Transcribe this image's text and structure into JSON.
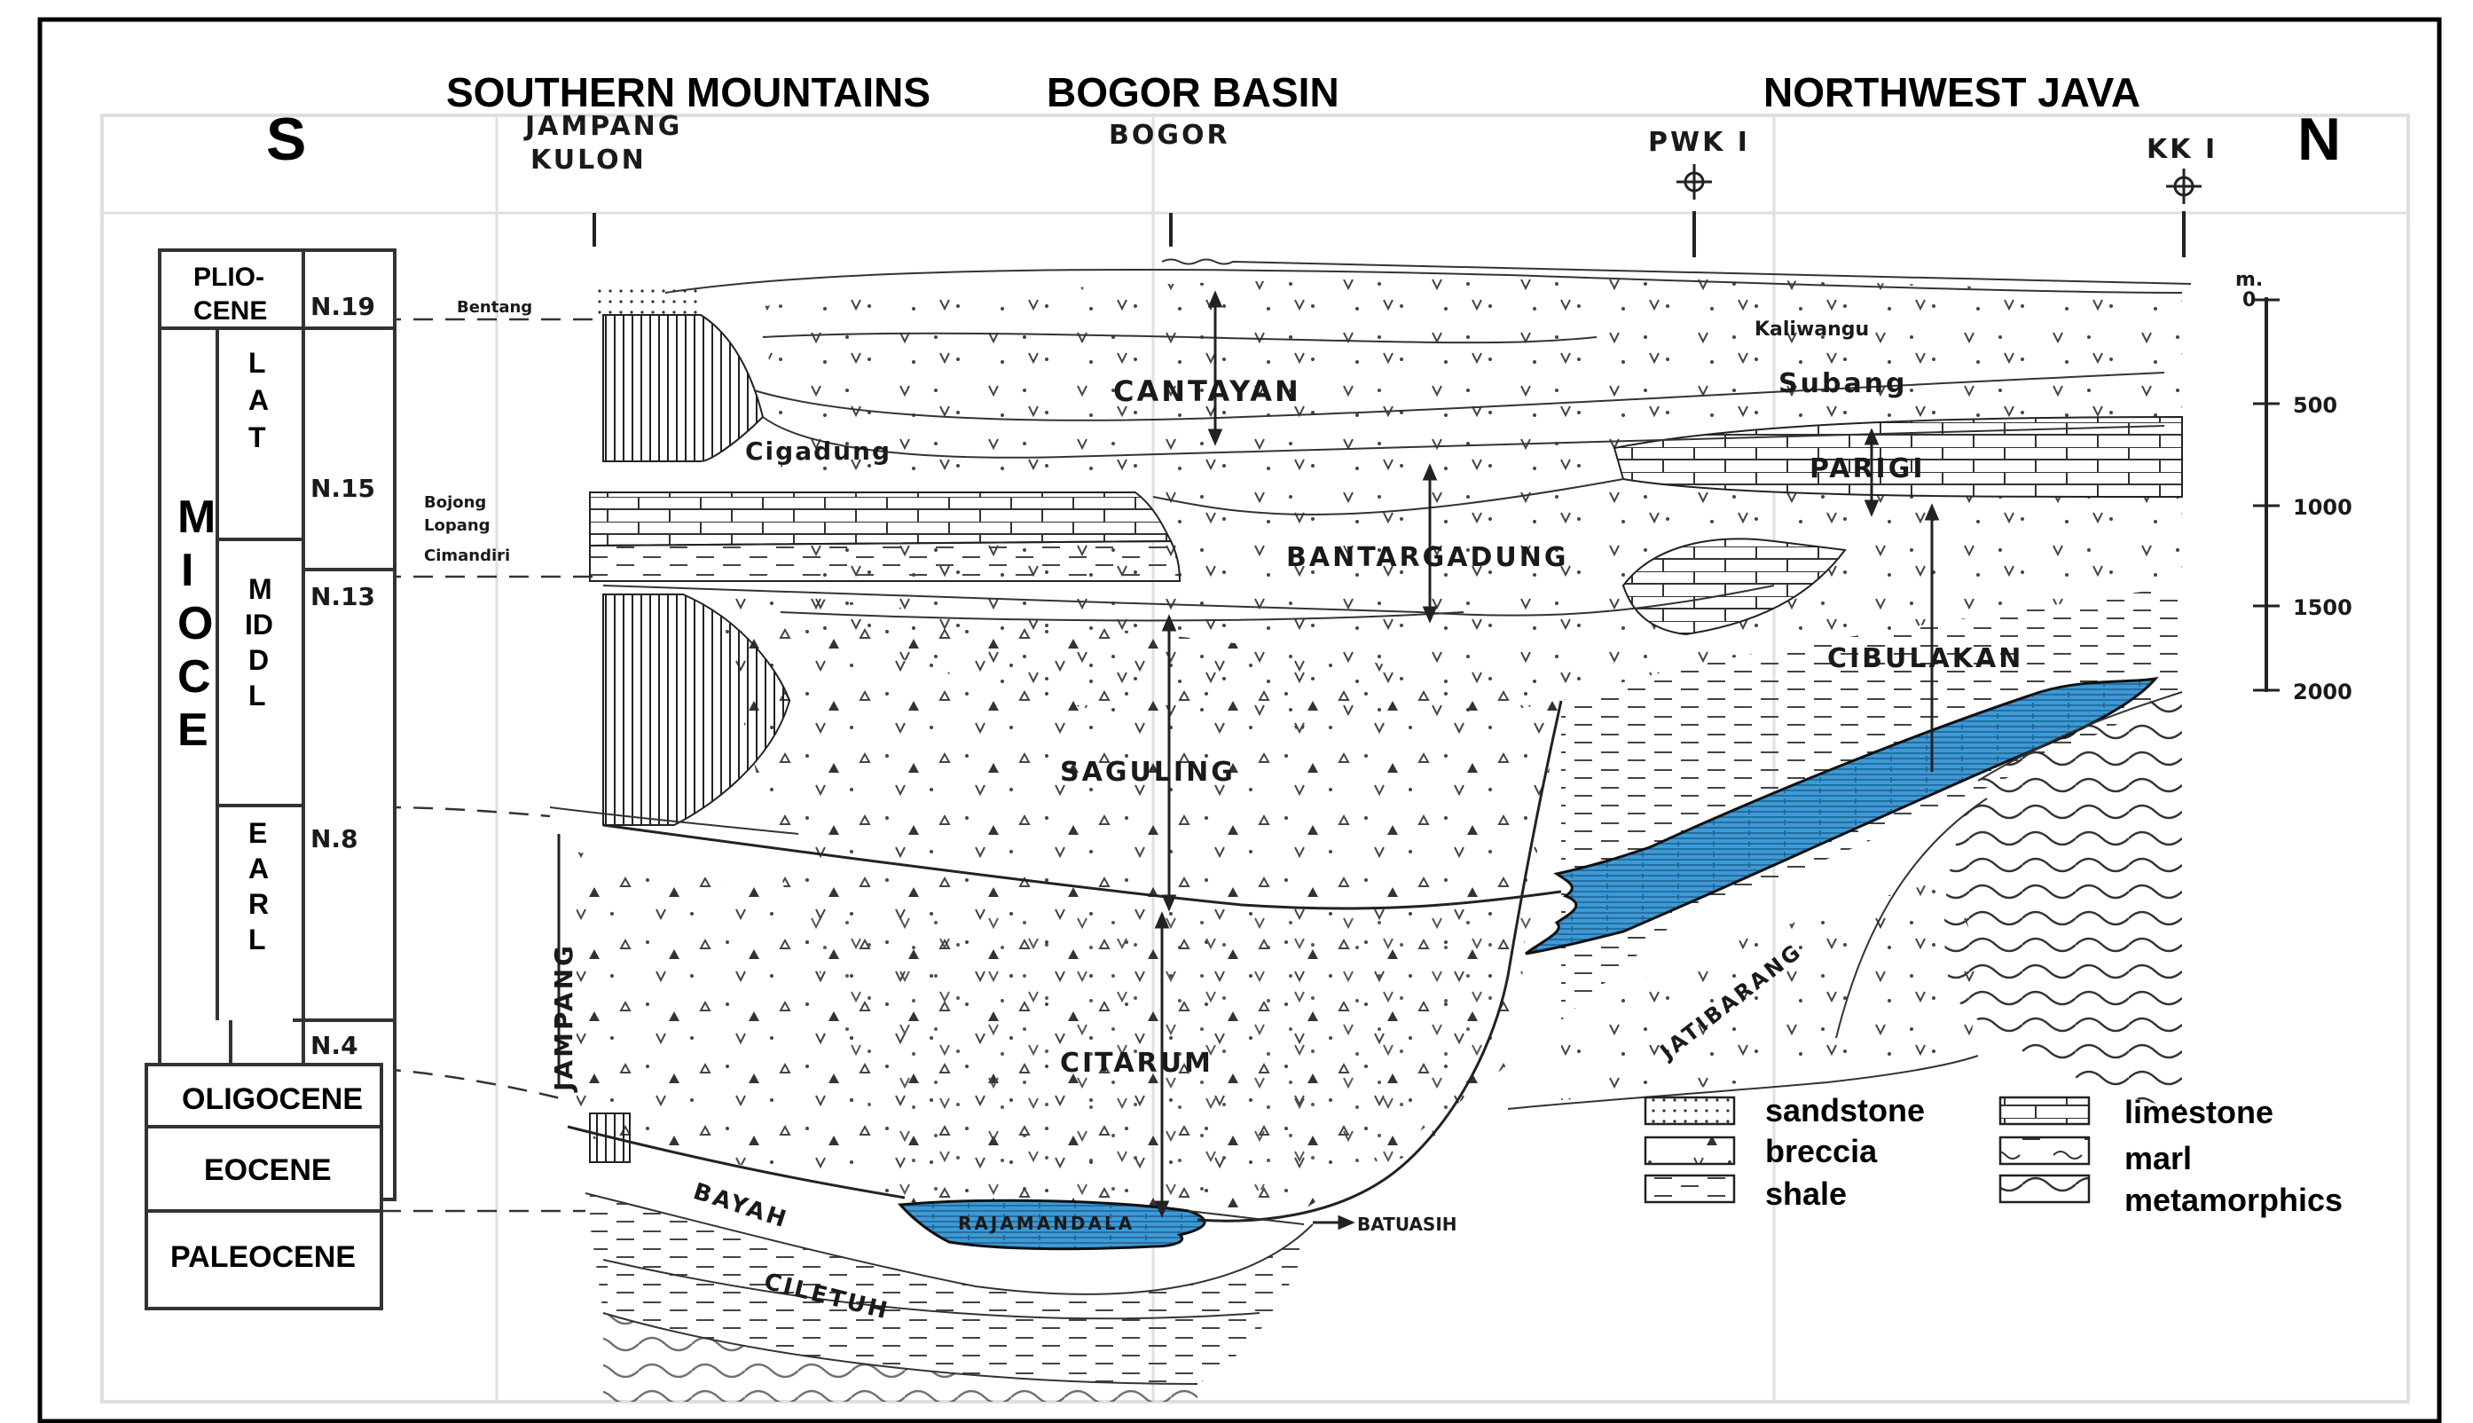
{
  "direction": {
    "south": "S",
    "north": "N"
  },
  "headers": {
    "southern_mountains": "SOUTHERN MOUNTAINS",
    "bogor_basin": "BOGOR BASIN",
    "northwest_java": "NORTHWEST JAVA"
  },
  "locations": {
    "jampang_kulon_1": "JAMPANG",
    "jampang_kulon_2": "KULON",
    "bogor": "BOGOR",
    "pwk1": "PWK I",
    "kk1": "KK I"
  },
  "time_column": {
    "pliocene_1": "PLIO-",
    "pliocene_2": "CENE",
    "miocene_letters": [
      "M",
      "I",
      "O",
      "C",
      "E"
    ],
    "late_letters": [
      "L",
      "A",
      "T"
    ],
    "middle_letters": [
      "M",
      "ID",
      "D",
      "L"
    ],
    "early_letters": [
      "E",
      "A",
      "R",
      "L"
    ],
    "oligocene": "OLIGOCENE",
    "eocene": "EOCENE",
    "paleocene": "PALEOCENE",
    "zones": [
      "N.19",
      "N.15",
      "N.13",
      "N.8",
      "N.4"
    ]
  },
  "depth_scale": {
    "unit": "m.",
    "ticks": [
      "0",
      "500",
      "1000",
      "1500",
      "2000"
    ]
  },
  "formations": {
    "bentang": "Bentang",
    "kaliwangu": "Kaliwangu",
    "subang": "Subang",
    "cantayan": "CANTAYAN",
    "cigadung": "Cigadung",
    "parigi": "PARIGI",
    "bojonglopang_1": "Bojong",
    "bojonglopang_2": "Lopang",
    "cimandiri": "Cimandiri",
    "bantargadung": "BANTARGADUNG",
    "cibulakan": "CIBULAKAN",
    "saguling": "SAGULING",
    "citarum": "CITARUM",
    "jampang": "JAMPANG",
    "jatibarang": "JATIBARANG",
    "rajamandala": "RAJAMANDALA",
    "bayah": "BAYAH",
    "ciletuh": "CILETUH",
    "batuasih": "BATUASIH"
  },
  "legend": [
    {
      "label": "sandstone",
      "pattern": "dots"
    },
    {
      "label": "breccia",
      "pattern": "triangles"
    },
    {
      "label": "shale",
      "pattern": "dashes"
    },
    {
      "label": "limestone",
      "pattern": "bricks"
    },
    {
      "label": "marl",
      "pattern": "marl"
    },
    {
      "label": "metamorphics",
      "pattern": "waves"
    }
  ],
  "colors": {
    "highlight_blue": "#3d9ad6",
    "frame": "#000000"
  }
}
